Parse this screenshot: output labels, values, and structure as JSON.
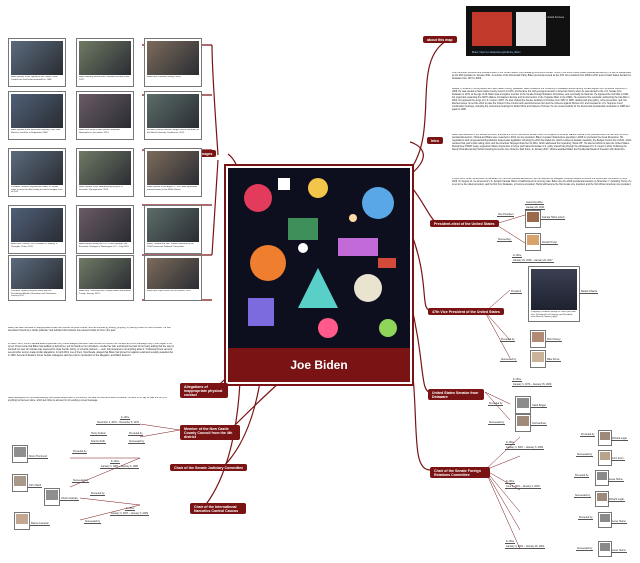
{
  "center": {
    "title": "Joe Biden"
  },
  "nodes": {
    "about": "about this map",
    "images": "Images",
    "intro": "Intro",
    "president": "President-elect of the United States",
    "vp": "47th Vice President of the United States",
    "senator": "United States Senator from Delaware",
    "sfrc": "Chair of the Senate Foreign Relations Committee",
    "council": "Member of the New Castle County Council from the 4th district",
    "judiciary": "Chair of the Senate Judiciary Committee",
    "narcotics": "Chair of the International Narcotics Control Caucus",
    "allegations": "Allegations of inappropriate physical contact"
  },
  "about": {
    "by": "by Josiah Fonseca",
    "url": "Biden: https://en.wikipedia.org/wiki/Joe_Biden"
  },
  "intro_text": [
    "is an American politician and president-elect of the United States. After defeating incumbent Donald Trump in the 2020 United States presidential election, he will be inaugurated as the 46th president in January 2021. A member of the Democratic Party, Biden previously served as the 47th vice president from 2009 to 2017 and a United States Senator for Delaware from 1973 to 2009.",
    "Raised in Scranton, Pennsylvania, and New Castle County, Delaware, Biden studied at the University of Delaware before earning his law degree from Syracuse University in 1968. He was elected to New Castle County Council in 1970, and became the sixth-youngest senator in American history when he was elected to the U.S. Senate from Delaware in 1972, at the age of 29. Biden was a longtime member of the Senate Foreign Relations Committee, and eventually its chairman. He opposed the Gulf War in 1991, but supported expanding the NATO alliance into Eastern Europe and its intervention in the Yugoslav Wars in the 1990s. He supported the resolution authorizing the Iraq War in 2002, but opposed the surge of U.S. troops in 2007. He also chaired the Senate Judiciary Committee from 1987 to 1995, dealing with drug policy, crime prevention, and civil liberties issues; he led the effort to pass the Violent Crime Control and Law Enforcement Act and the Violence Against Women Act, and oversaw six U.S. Supreme Court confirmation hearings, including the contentious hearings for Robert Bork and Clarence Thomas. He ran unsuccessfully for the Democratic presidential nomination in 1988 and again in 2008.",
    "Biden was reelected to the Senate six times, and was the fourth most senior senator when he resigned to serve as Barack Obama's vice president after the two won the 2008 presidential election. Obama and Biden were reelected in 2012. As vice president, Biden oversaw infrastructure spending in 2009 to counteract the Great Recession. His negotiations with congressional Republicans helped pass legislation including the 2010 Tax Relief Act, which resolved a taxation deadlock; the Budget Control Act of 2011, which resolved that year's debt ceiling crisis; and the American Taxpayer Relief Act of 2012, which addressed the impending \"fiscal cliff\". He also led efforts to pass the United States-Russia New START treaty, supported military intervention in Libya, and helped formulate U.S. policy toward Iraq through the withdrawal of U.S. troops in 2011. Following the Sandy Hook Elementary School shooting he led the Gun Violence Task Force. In January 2017, Obama awarded Biden the Presidential Medal of Freedom with distinction.",
    "In April 2019, Biden announced his candidacy for the 2020 presidential election, and he reached the delegate threshold needed to secure the Democratic nomination in June 2020. On August 11, he announced U.S. Senator Kamala Harris of California as his running mate. Biden won the 2020 presidential election on November 7, defeating Trump. He is set to be the oldest president, and the first from Delaware, to become president. Harris will become the first female vice president and the first African American vice president."
  ],
  "allegations_text": [
    "Biden has been accused of inappropriate contact with women at public events, such as embracing, kissing, gripping, or placing a hand on their shoulder. He has described himself as a \"tactile politician\" and admitted this behavior has caused trouble for him in the past.",
    "In March 2019, former Nevada assemblywoman Lucy Flores alleged that Biden had touched her without her consent at a 2014 campaign rally in Las Vegas. In an op-ed, Flores wrote that Biden had walked up behind her, put his hands on her shoulders, smelled her hair, and kissed the back of her head, adding that the way he touched her was \"an intimate way reserved for close friends, family, or romantic partners — and I felt powerless to do anything about it.\" Following Flores' account, several other women made similar allegations. In April 2019, one of them, Tara Reade, alleged that Biden had pinned her against a wall and sexually assaulted her in 1993. Several of Reade's former Senate colleagues said they had no recollection of the allegation, and Biden denied it.",
    "Biden apologized for not understanding how people would react to his actions, but said his intentions were honorable. He went on to say he was not sorry for anything he had ever done, which led critics to accuse him of sending a mixed message."
  ],
  "president": {
    "row1": "Assuming office",
    "row1b": "January 20, 2021",
    "vp_label": "Vice President",
    "vp_name": "Kamala Harris (elect)",
    "succ_label": "Succeeding",
    "succ_name": "Donald Trump"
  },
  "vp": {
    "office": "In office",
    "dates": "January 20, 2009 – January 20, 2017",
    "pres_label": "President",
    "pres_name": "Barack Obama",
    "prec_label": "Preceded by",
    "prec_name": "Dick Cheney",
    "succ_label": "Succeeded by",
    "succ_name": "Mike Pence",
    "photo_cap": "Outgoing President George W. Bush (left) with Vice President Dick Cheney and President-elect Barack Obama (right)."
  },
  "senator": {
    "office": "In office",
    "dates": "January 3, 1973 – January 15, 2009",
    "prec_label": "Preceded by",
    "prec_name": "Caleb Boggs",
    "succ_label": "Succeeded by",
    "succ_name": "Ted Kaufman"
  },
  "sfrc": {
    "row1_office": "In office",
    "row1_dates": "January 3, 2007 – January 3, 2009",
    "row1_prec_label": "Preceded by",
    "row1_prec_name": "Richard Lugar",
    "row1_succ_label": "Succeeded by",
    "row1_succ_name": "John Kerry",
    "row2_office": "In office",
    "row2_dates": "June 6, 2001 – January 3, 2003",
    "row2_prec_label": "Preceded by",
    "row2_prec_name": "Jesse Helms",
    "row2_succ_label": "Succeeded by",
    "row2_succ_name": "Richard Lugar",
    "row3_office": "In office",
    "row3_dates": "January 3, 2001 – January 20, 2001",
    "row3_prec_label": "Preceded by",
    "row3_prec_name": "Jesse Helms",
    "row3_succ_label": "Succeeded by",
    "row3_succ_name": "Jesse Helms"
  },
  "council": {
    "office": "In office",
    "dates": "November 4, 1970 – November 8, 1972",
    "prec_label": "Preceded by",
    "prec_name": "Henry Folsom",
    "succ_label": "Succeeded by",
    "succ_name": "Francis Swift"
  },
  "judiciary": {
    "office": "In office",
    "dates": "January 3, 1987 – January 3, 1995",
    "prec_label": "Preceded by",
    "prec_name": "Strom Thurmond",
    "succ_label": "Succeeded by",
    "succ_name": "Orrin Hatch"
  },
  "narcotics": {
    "office": "In office",
    "dates": "January 3, 2007 – January 3, 2009",
    "prec_label": "Preceded by",
    "prec_name": "Chuck Grassley",
    "succ_label": "Succeeded by",
    "succ_name": "Dianne Feinstein"
  },
  "image_captions": [
    "Biden speaks at the signing of the Violent Crime Control and Law Enforcement Act in 1994.",
    "Biden meeting Senate with President Richard Nixon, 1972.",
    "Biden with President Jimmy Carter.",
    "Biden speaks at the news after meeting Trial Prime Minister, and Kiev in September 2009.",
    "Biden with Israeli Prime Minister Benjamin Netanyahu in Jerusalem, 2010.",
    "Russian Defense Minister Sergei Ivanov and Biden at the Munich Security Conference, 2011.",
    "President Obama congratulates Biden as Senate votes to raise the debt ceiling to end the budget crisis of 2011.",
    "Biden speaks at the NRA meeting on guns in Scranton, Pennsylvania, 2013.",
    "Biden speaks at the August 2, 2011 debt agreement announcement in the White House.",
    "Biden with Chinese Vice President Xi Jinping, in Chengdu, China, 2011.",
    "Biden speaks during the U.S.-China Strategic and Economic Dialogue in Washington, D.C., July 2013.",
    "Biden, Obama and Sen. Kirsten Gillibrand at the 2016 Democratic National Convention.",
    "President Obama presents Biden with the Presidential Medal of Freedom with Distinction, January 2017.",
    "Biden with Chief Executive Joseph Biden and Ronald Trump, January 2021.",
    "Biden with Pope Francis at the Vatican, 2016."
  ],
  "colors": {
    "node": "#7a1414",
    "line": "#7a1414",
    "art_bg": "#0d0f1e"
  }
}
